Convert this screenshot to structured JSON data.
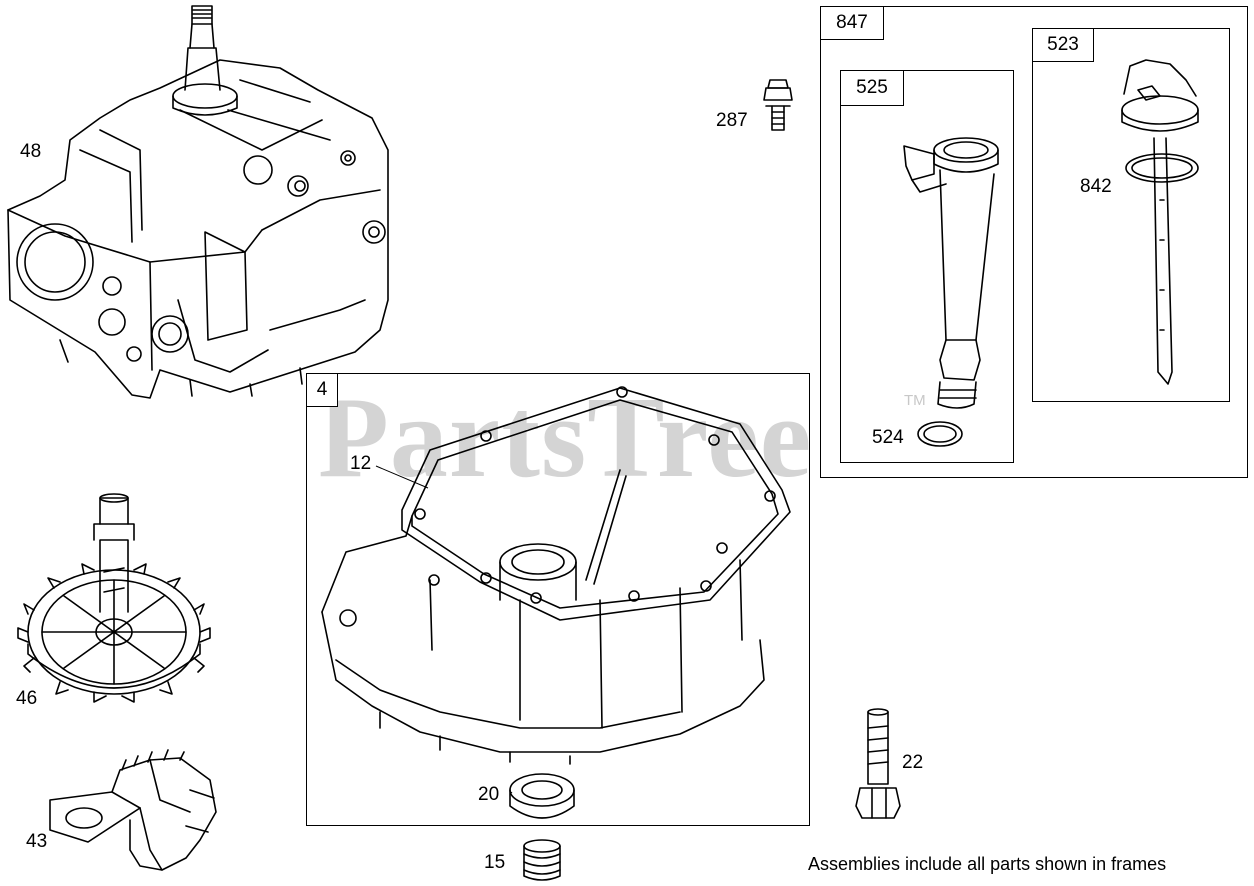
{
  "watermark": {
    "text": "PartsTree",
    "trademark": "TM"
  },
  "note": "Assemblies include all parts shown in frames",
  "frames": {
    "f847": "847",
    "f525": "525",
    "f523": "523",
    "f4": "4"
  },
  "parts": {
    "p48": "48",
    "p46": "46",
    "p43": "43",
    "p287": "287",
    "p12": "12",
    "p20": "20",
    "p15": "15",
    "p22": "22",
    "p524": "524",
    "p842": "842"
  }
}
